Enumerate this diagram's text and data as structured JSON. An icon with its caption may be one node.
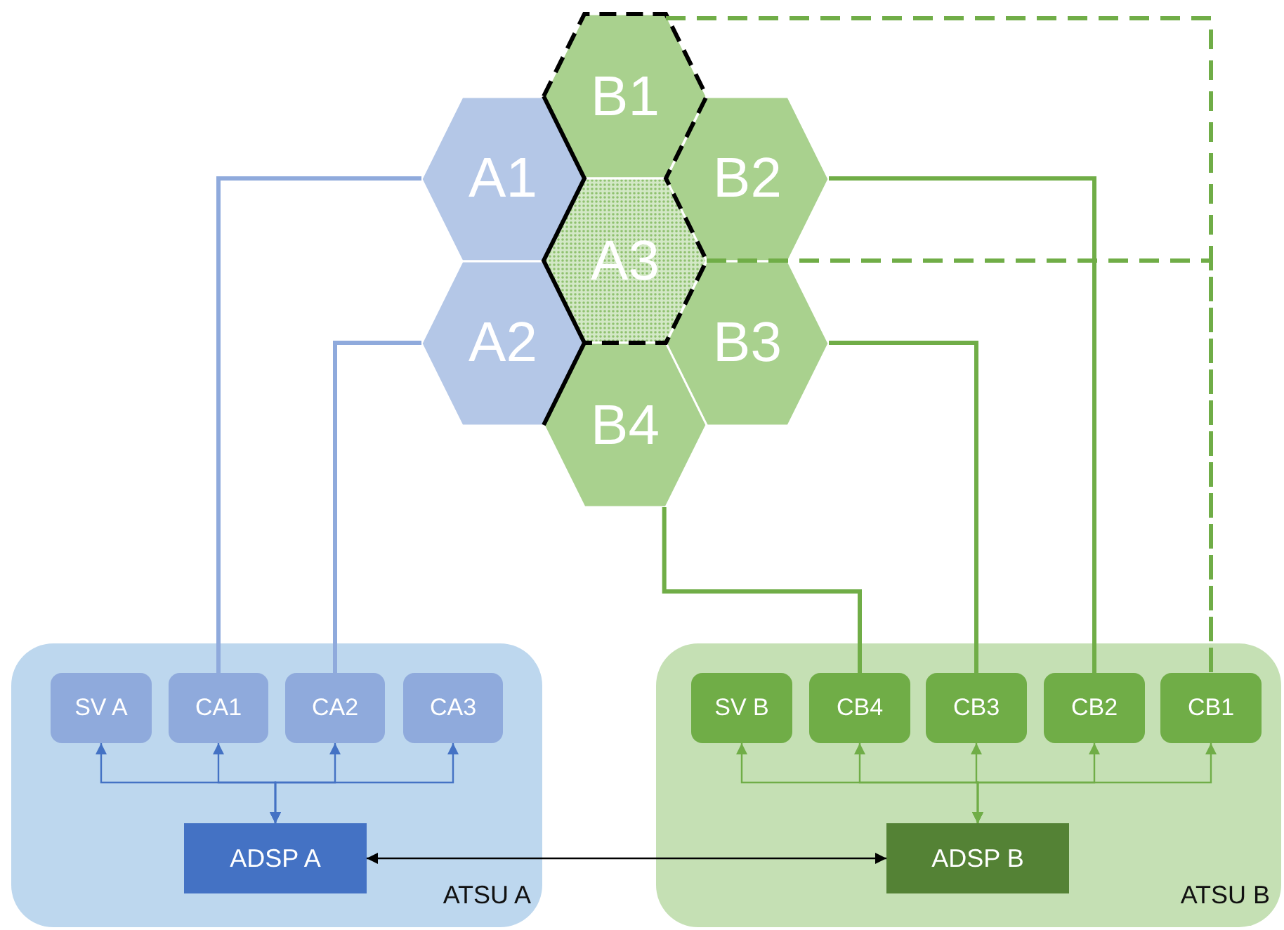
{
  "diagram": {
    "nodes": [
      {
        "text": [
          "B1"
        ]
      },
      {
        "text": [
          "A1"
        ]
      },
      {
        "text": [
          "B2"
        ]
      },
      {
        "text": [
          "A3"
        ]
      },
      {
        "text": [
          "A2"
        ]
      },
      {
        "text": [
          "B3"
        ]
      },
      {
        "text": [
          "B4"
        ]
      },
      {
        "text": [
          "ATSU A"
        ]
      },
      {
        "text": [
          "SV A"
        ],
        "in": 7
      },
      {
        "text": [
          "CA1"
        ],
        "in": 7
      },
      {
        "text": [
          "CA2"
        ],
        "in": 7
      },
      {
        "text": [
          "CA3"
        ],
        "in": 7
      },
      {
        "text": [
          "ADSP A"
        ],
        "in": 7
      },
      {
        "text": [
          "ATSU B"
        ]
      },
      {
        "text": [
          "SV B"
        ],
        "in": 13
      },
      {
        "text": [
          "CB4"
        ],
        "in": 13
      },
      {
        "text": [
          "CB3"
        ],
        "in": 13
      },
      {
        "text": [
          "CB2"
        ],
        "in": 13
      },
      {
        "text": [
          "CB1"
        ],
        "in": 13
      },
      {
        "text": [
          "ADSP B"
        ],
        "in": 13
      }
    ],
    "edges": [
      {
        "from": 1,
        "to": 9,
        "arrow": "none",
        "style": "thick",
        "color": "#8faadc"
      },
      {
        "from": 4,
        "to": 10,
        "arrow": "none",
        "style": "thick",
        "color": "#8faadc"
      },
      {
        "from": 0,
        "to": 18,
        "arrow": "none",
        "style": "dashed"
      },
      {
        "from": 3,
        "to": 18,
        "arrow": "none",
        "style": "dashed"
      },
      {
        "from": 2,
        "to": 17,
        "arrow": "none",
        "style": "thick"
      },
      {
        "from": 5,
        "to": 16,
        "arrow": "none",
        "style": "thick"
      },
      {
        "from": 6,
        "to": 15,
        "arrow": "none",
        "style": "thick"
      },
      {
        "from": 12,
        "to": 8,
        "arrow": "both",
        "color": "#4472c4"
      },
      {
        "from": 12,
        "to": 9,
        "arrow": "both",
        "color": "#4472c4"
      },
      {
        "from": 12,
        "to": 10,
        "arrow": "both",
        "color": "#4472c4"
      },
      {
        "from": 12,
        "to": 11,
        "arrow": "both",
        "color": "#4472c4"
      },
      {
        "from": 19,
        "to": 14,
        "arrow": "both"
      },
      {
        "from": 19,
        "to": 15,
        "arrow": "both"
      },
      {
        "from": 19,
        "to": 16,
        "arrow": "both"
      },
      {
        "from": 19,
        "to": 17,
        "arrow": "both"
      },
      {
        "from": 19,
        "to": 18,
        "arrow": "both"
      },
      {
        "from": 12,
        "to": 19,
        "arrow": "both",
        "color": "#000000"
      }
    ]
  }
}
